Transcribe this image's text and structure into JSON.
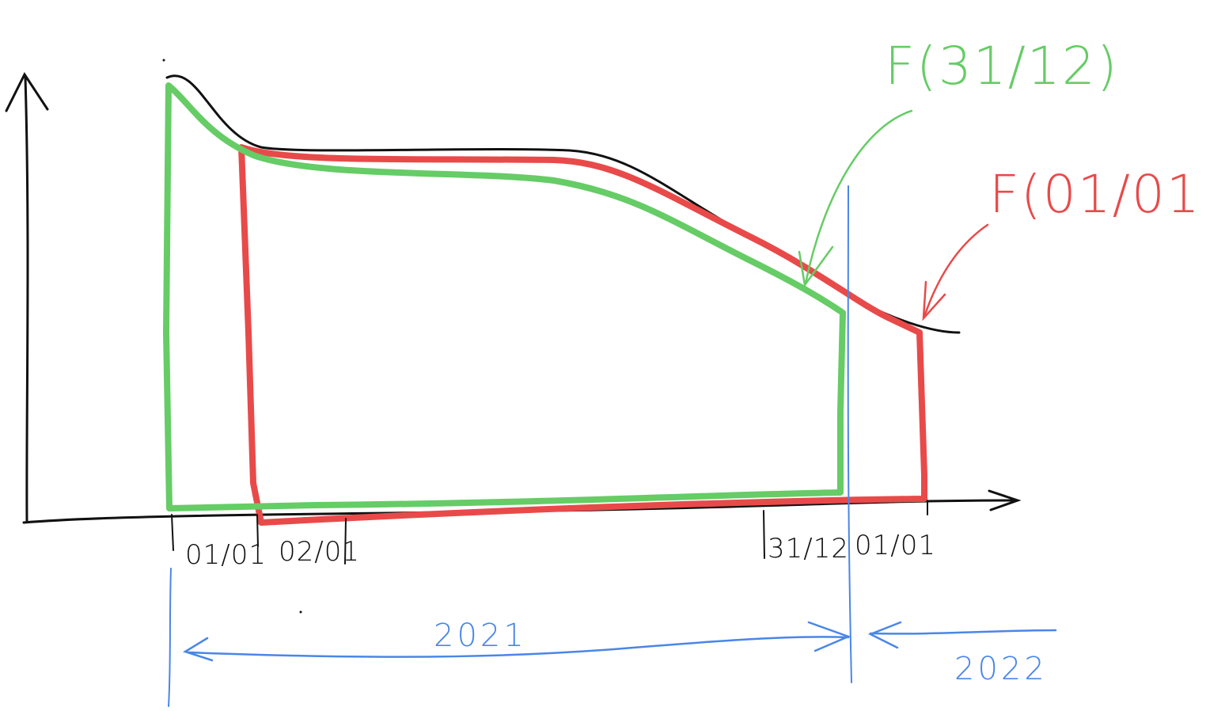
{
  "colors": {
    "curve": "#111111",
    "axes": "#111111",
    "green_window": "#66cc66",
    "red_window": "#e84a4a",
    "timeline": "#4a86e8"
  },
  "axis_labels": {
    "d1": "01/01",
    "d2": "02/01",
    "d3": "31/12",
    "d4": "01/01"
  },
  "annotations": {
    "green": "F(31/12)",
    "red": "F(01/01)"
  },
  "timeline": {
    "year_current": "2021",
    "year_next": "2022"
  }
}
